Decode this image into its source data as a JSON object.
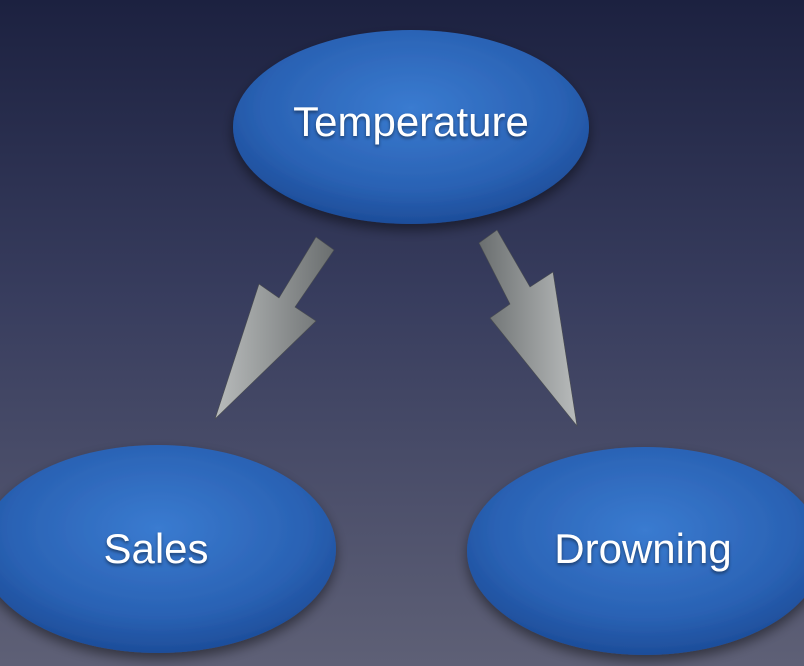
{
  "nodes": {
    "temperature": {
      "label": "Temperature"
    },
    "sales": {
      "label": "Sales"
    },
    "drowning": {
      "label": "Drowning"
    }
  },
  "colors": {
    "node_fill_light": "#3572c4",
    "node_fill_dark": "#1d4d9a",
    "arrow_light": "#b4b7b7",
    "arrow_dark": "#6a6e6f",
    "background_top": "#1c2140",
    "background_bottom": "#5e6076"
  }
}
